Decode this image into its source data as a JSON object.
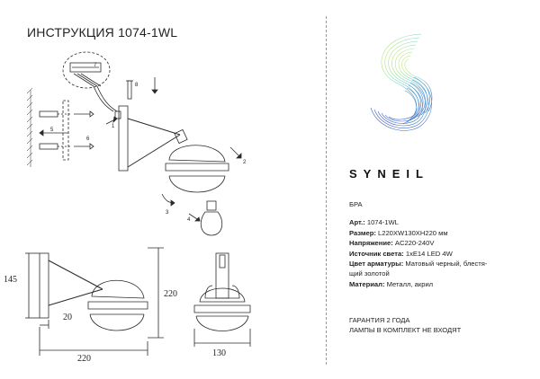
{
  "header": {
    "title": "ИНСТРУКЦИЯ 1074-1WL"
  },
  "brand": {
    "name": "SYNEIL"
  },
  "specs": {
    "category": "БРА",
    "rows": [
      {
        "label": "Арт.:",
        "value": "1074-1WL"
      },
      {
        "label": "Размер:",
        "value": "L220XW130XH220 мм"
      },
      {
        "label": "Напряжение:",
        "value": "AC220-240V"
      },
      {
        "label": "Источник света:",
        "value": "1xE14 LED 4W"
      },
      {
        "label": "Цвет арматуры:",
        "value": "Матовый черный, блестя-"
      },
      {
        "label": "",
        "value": "щий золотой"
      },
      {
        "label": "Материал:",
        "value": "Металл, акрил"
      }
    ]
  },
  "notes": {
    "warranty": "ГАРАНТИЯ 2 ГОДА",
    "lamps": "ЛАМПЫ В КОМПЛЕКТ НЕ ВХОДЯТ"
  },
  "dimensions": {
    "height_wall": "145",
    "height_total": "220",
    "depth_plate": "20",
    "length": "220",
    "width": "130"
  },
  "steps": [
    "1",
    "2",
    "3",
    "4",
    "5",
    "6",
    "7",
    "8"
  ],
  "colors": {
    "line": "#2b2b2b",
    "logo_a": "#c6e36a",
    "logo_b": "#49b8d8",
    "logo_c": "#3a64c8"
  }
}
